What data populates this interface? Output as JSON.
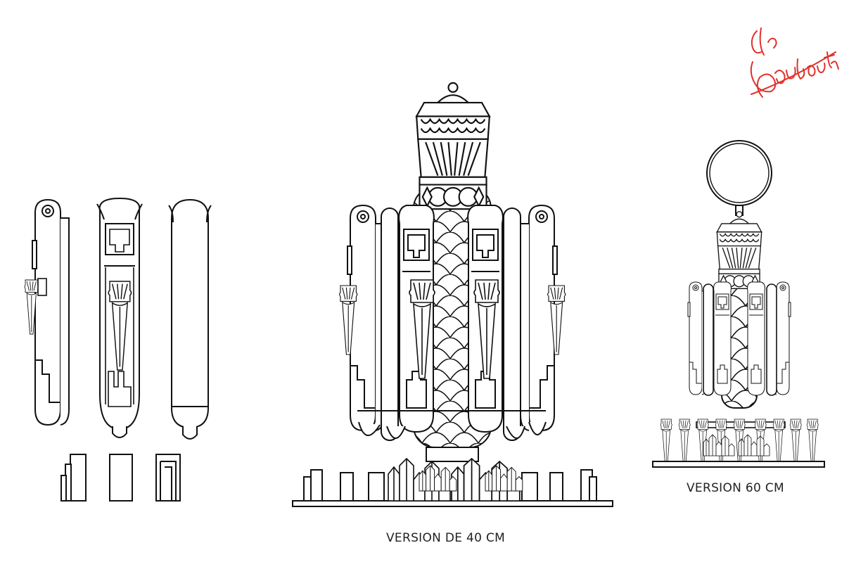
{
  "captions": {
    "version_40": "VERSION DE 40 CM",
    "version_60": "VERSION 60 CM"
  },
  "logo": {
    "brand": "Christian Louboutin",
    "color": "#e0312b"
  },
  "colors": {
    "line": "#111111",
    "background": "#ffffff",
    "logo": "#e0312b"
  }
}
